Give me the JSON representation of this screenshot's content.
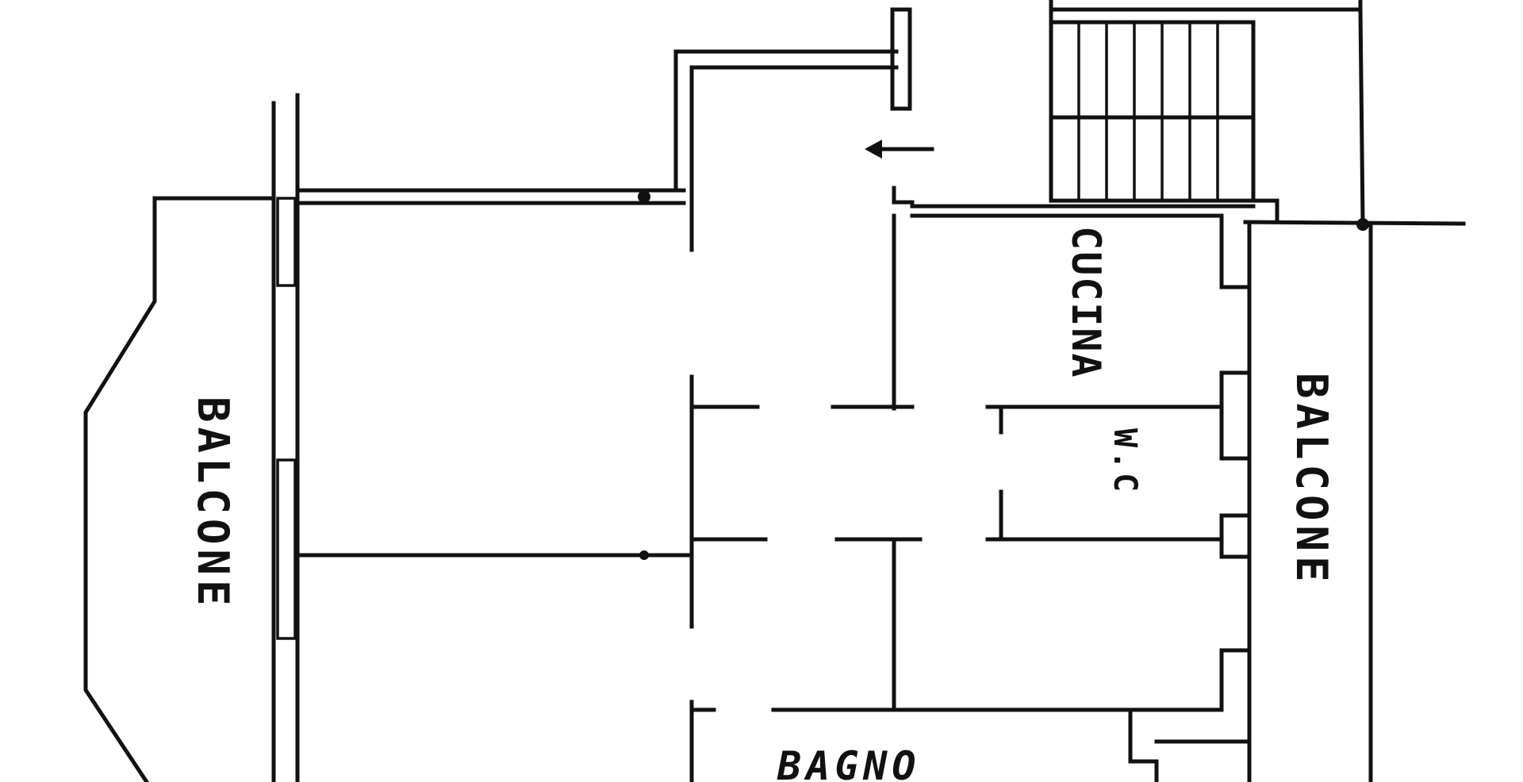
{
  "plan": {
    "labels": {
      "balcone_left": "BALCONE",
      "balcone_right": "BALCONE",
      "cucina": "CUCINA",
      "wc": "W.C",
      "bagno": "BAGNO"
    },
    "colors": {
      "ink": "#111111",
      "paper": "#ffffff"
    },
    "icons": {
      "entrance": "entrance-arrow-icon"
    }
  }
}
